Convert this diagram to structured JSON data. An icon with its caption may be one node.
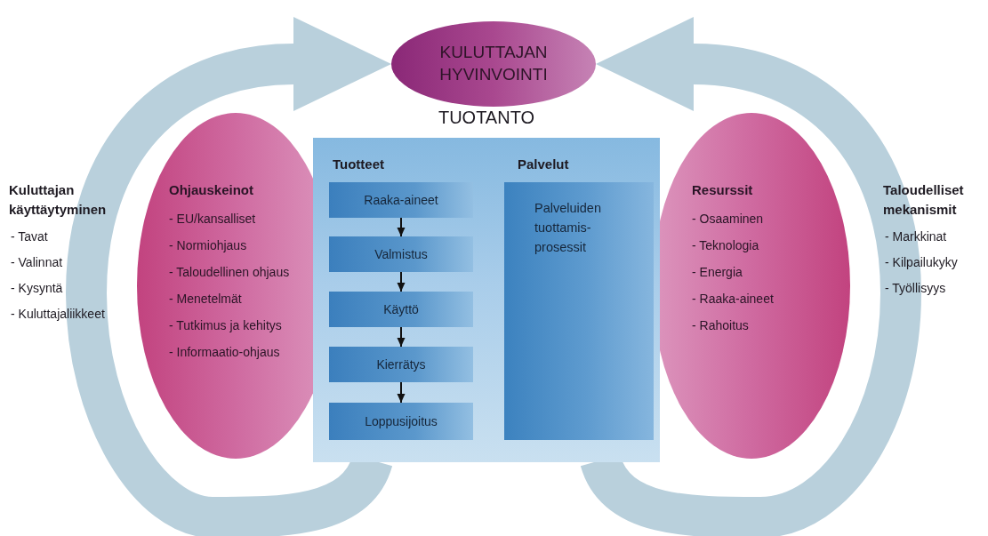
{
  "diagram": {
    "nodes": [
      {
        "text": [
          "KULUTTAJAN HYVINVOINTI"
        ]
      },
      {
        "text": [
          "TUOTANTO",
          "Tuotteet",
          "Palvelut"
        ]
      },
      {
        "text": [
          "Raaka-aineet"
        ],
        "in": 1
      },
      {
        "text": [
          "Valmistus"
        ],
        "in": 1
      },
      {
        "text": [
          "Käyttö"
        ],
        "in": 1
      },
      {
        "text": [
          "Kierrätys"
        ],
        "in": 1
      },
      {
        "text": [
          "Loppusijoitus"
        ],
        "in": 1
      },
      {
        "text": [
          "Palveluiden tuottamis-prosessit"
        ],
        "in": 1
      },
      {
        "text": [
          "Ohjauskeinot",
          "- EU/kansalliset",
          "- Normiohjaus",
          "- Taloudellinen ohjaus",
          "- Menetelmät",
          "- Tutkimus ja kehitys",
          "- Informaatio-ohjaus"
        ]
      },
      {
        "text": [
          "Resurssit",
          "- Osaaminen",
          "- Teknologia",
          "- Energia",
          "- Raaka-aineet",
          "- Rahoitus"
        ]
      }
    ],
    "edges": [
      {
        "from": 1,
        "to": 0,
        "arrow": "to",
        "style": "thick",
        "color": "#b9d0dc"
      },
      {
        "from": 1,
        "to": 0,
        "arrow": "to",
        "style": "thick",
        "color": "#b9d0dc"
      },
      {
        "from": 2,
        "to": 3,
        "arrow": "to"
      },
      {
        "from": 3,
        "to": 4,
        "arrow": "to"
      },
      {
        "from": 4,
        "to": 5,
        "arrow": "to"
      },
      {
        "from": 5,
        "to": 6,
        "arrow": "to"
      }
    ],
    "labels": [
      "Kuluttajan käyttäytyminen",
      "- Tavat",
      "- Valinnat",
      "- Kysyntä",
      "- Kuluttajaliikkeet",
      "Taloudelliset mekanismit",
      "- Markkinat",
      "- Kilpailukyky",
      "- Työllisyys"
    ]
  }
}
